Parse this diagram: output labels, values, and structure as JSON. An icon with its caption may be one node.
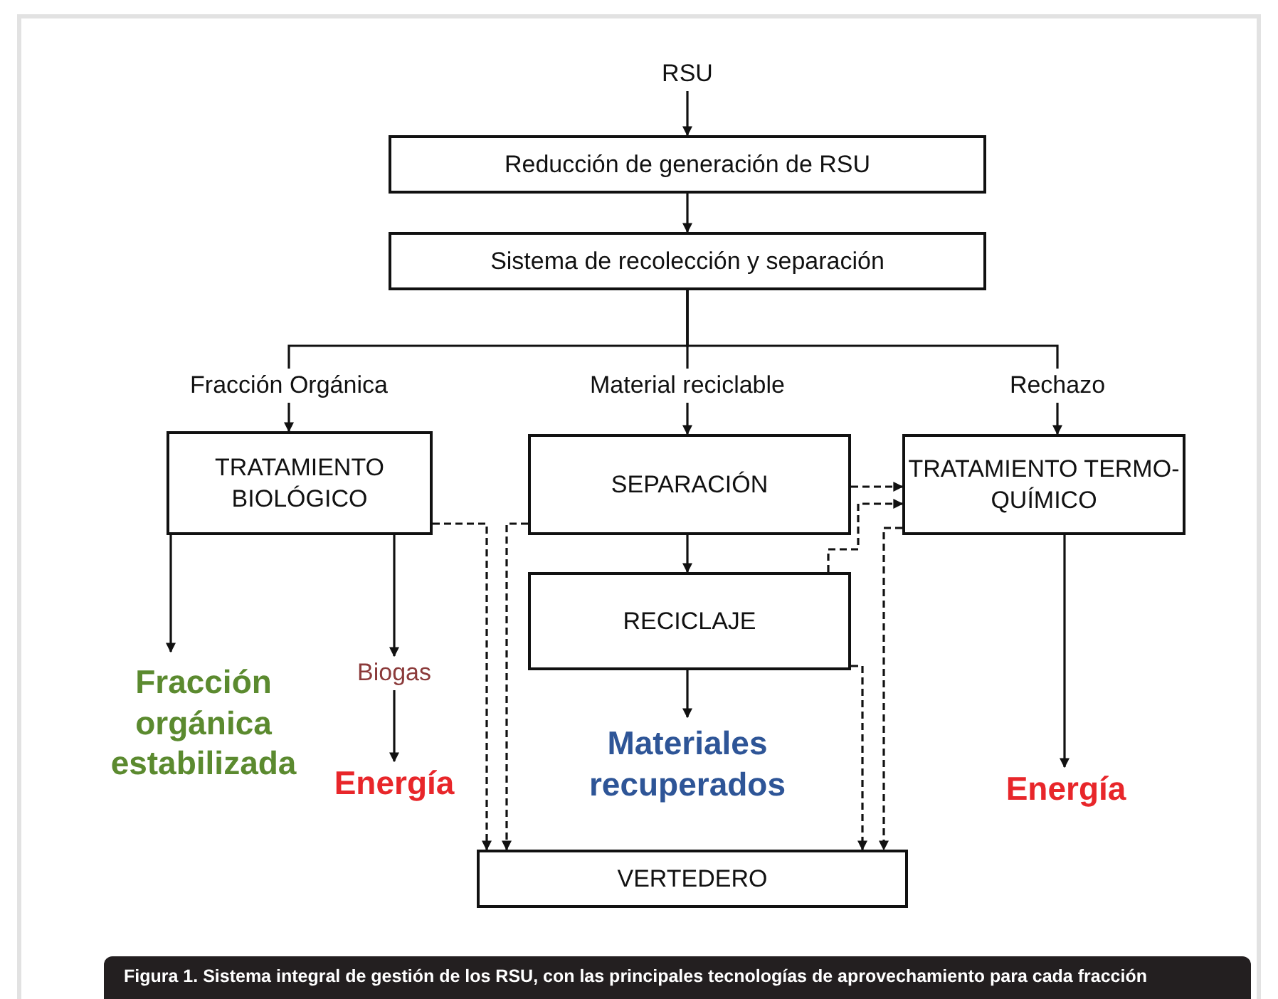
{
  "diagram": {
    "caption": "Figura 1. Sistema integral de gestión de los RSU, con las principales tecnologías de aprovechamiento para cada fracción",
    "nodes": [
      {
        "text": [
          "RSU"
        ]
      },
      {
        "text": [
          "Reducción de generación de RSU"
        ]
      },
      {
        "text": [
          "Sistema de recolección y separación"
        ]
      },
      {
        "text": [
          "Fracción Orgánica"
        ]
      },
      {
        "text": [
          "Material reciclable"
        ]
      },
      {
        "text": [
          "Rechazo"
        ]
      },
      {
        "text": [
          "TRATAMIENTO BIOLÓGICO"
        ]
      },
      {
        "text": [
          "SEPARACIÓN"
        ]
      },
      {
        "text": [
          "TRATAMIENTO TERMO-QUÍMICO"
        ]
      },
      {
        "text": [
          "RECICLAJE"
        ]
      },
      {
        "text": [
          "Fracción orgánica estabilizada"
        ]
      },
      {
        "text": [
          "Biogas"
        ]
      },
      {
        "text": [
          "Energía"
        ]
      },
      {
        "text": [
          "Materiales recuperados"
        ]
      },
      {
        "text": [
          "Energía"
        ]
      },
      {
        "text": [
          "VERTEDERO"
        ]
      }
    ],
    "edges": [
      {
        "from": 0,
        "to": 1,
        "arrow": "to"
      },
      {
        "from": 1,
        "to": 2,
        "arrow": "to"
      },
      {
        "from": 2,
        "to": 3,
        "arrow": "none"
      },
      {
        "from": 2,
        "to": 4,
        "arrow": "none"
      },
      {
        "from": 2,
        "to": 5,
        "arrow": "none"
      },
      {
        "from": 3,
        "to": 6,
        "arrow": "to"
      },
      {
        "from": 4,
        "to": 7,
        "arrow": "to"
      },
      {
        "from": 5,
        "to": 8,
        "arrow": "to"
      },
      {
        "from": 6,
        "to": 10,
        "arrow": "to"
      },
      {
        "from": 6,
        "to": 11,
        "arrow": "to"
      },
      {
        "from": 11,
        "to": 12,
        "arrow": "to"
      },
      {
        "from": 7,
        "to": 9,
        "arrow": "to"
      },
      {
        "from": 9,
        "to": 13,
        "arrow": "to"
      },
      {
        "from": 8,
        "to": 14,
        "arrow": "to"
      },
      {
        "from": 6,
        "to": 15,
        "arrow": "to",
        "style": "dashed"
      },
      {
        "from": 7,
        "to": 15,
        "arrow": "to",
        "style": "dashed"
      },
      {
        "from": 7,
        "to": 8,
        "arrow": "to",
        "style": "dashed"
      },
      {
        "from": 9,
        "to": 8,
        "arrow": "to",
        "style": "dashed"
      },
      {
        "from": 9,
        "to": 15,
        "arrow": "to",
        "style": "dashed"
      },
      {
        "from": 8,
        "to": 15,
        "arrow": "to",
        "style": "dashed"
      }
    ]
  }
}
